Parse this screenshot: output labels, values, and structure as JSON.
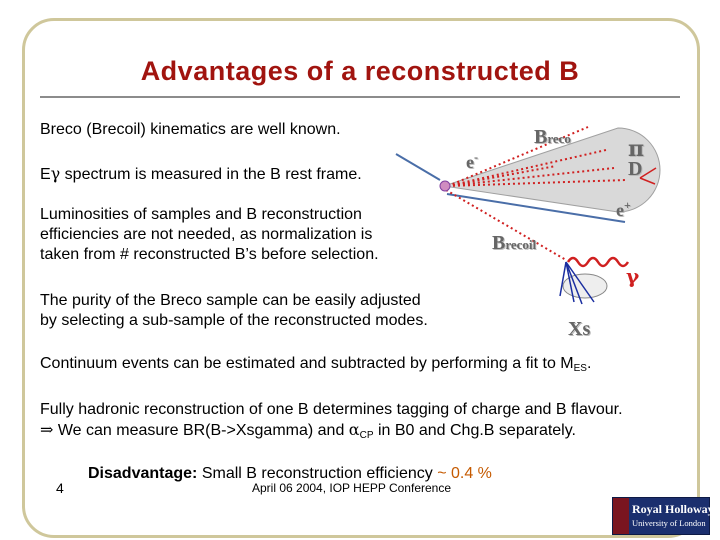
{
  "title": "Advantages of a reconstructed B",
  "paragraphs": {
    "p1": "Breco (Brecoil) kinematics are well known.",
    "p2_a": "E",
    "p2_gamma": "γ",
    "p2_b": " spectrum is measured in the B rest frame.",
    "p3_l1": "Luminosities of samples and B reconstruction",
    "p3_l2": "efficiencies are not needed, as normalization is",
    "p3_l3": "taken from # reconstructed B’s before selection.",
    "p4_l1": "The purity of the Breco sample can be easily adjusted",
    "p4_l2": "by selecting a sub-sample of the reconstructed modes.",
    "p5_a": "Continuum events can be estimated and subtracted by performing a fit to M",
    "p5_sub": "ES",
    "p5_b": ".",
    "p6_l1": "Fully hadronic reconstruction of one B determines tagging of charge and B flavour.",
    "p6_arrow": "⇒",
    "p6_a": " We can measure BR(B->Xsgamma) and ",
    "p6_alpha": "α",
    "p6_sub": "CP",
    "p6_b": " in B0 and Chg.B separately.",
    "disadvantage_label": "Disadvantage:",
    "disadvantage_text": " Small B reconstruction efficiency ",
    "disadvantage_value": "~ 0.4 %"
  },
  "diagram": {
    "breco": "B",
    "breco_sub": "reco",
    "brecoil": "B",
    "brecoil_sub": "recoil",
    "e_minus": "e",
    "e_minus_sup": "-",
    "e_plus": "e",
    "e_plus_sup": "+",
    "pi": "π",
    "D": "D",
    "gamma": "γ",
    "Xs": "Xs"
  },
  "footer": {
    "page_number": "4",
    "conference": "April 06 2004, IOP HEPP Conference"
  },
  "logo": {
    "line1": "Royal Holloway",
    "line2": "University of London"
  }
}
